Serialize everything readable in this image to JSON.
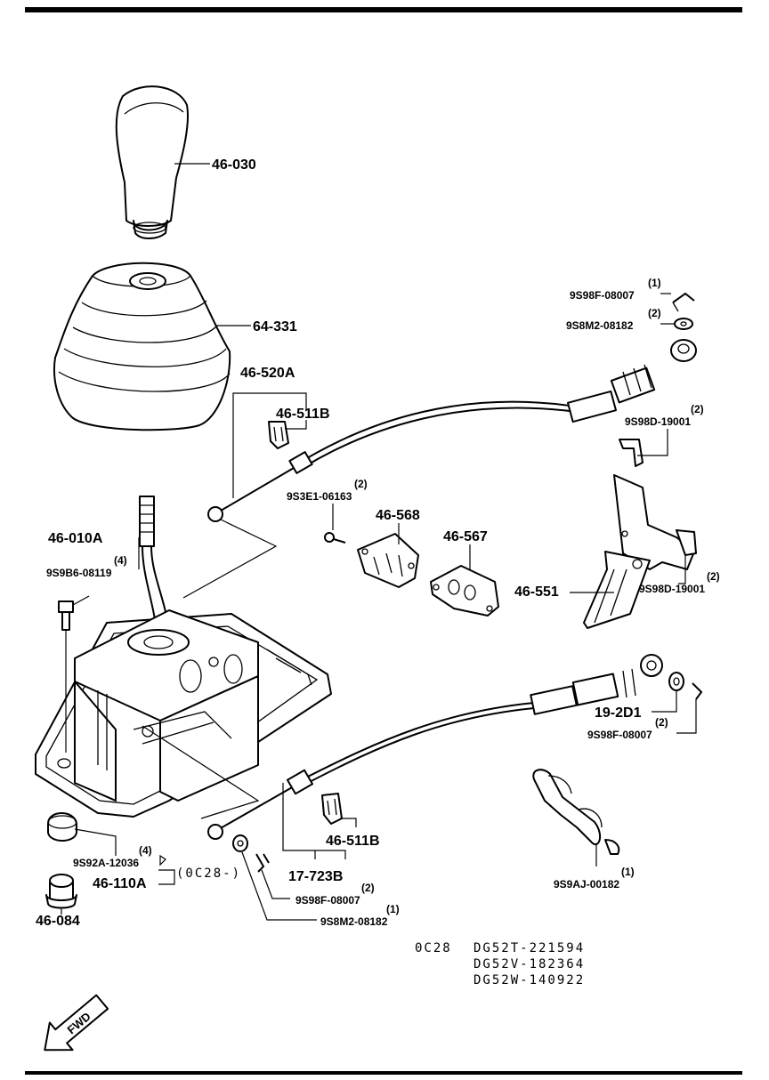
{
  "labels": {
    "knob": "46-030",
    "boot": "64-331",
    "cable_a": "46-520A",
    "clip_upper": "46-511B",
    "bolt_cable": "9S3E1-06163",
    "bolt_cable_qty": "(2)",
    "plate_568": "46-568",
    "plate_567": "46-567",
    "lever": "46-010A",
    "bolt_lever_qty": "(4)",
    "bolt_lever": "9S9B6-08119",
    "pin_upper_qty": "(1)",
    "pin_upper": "9S98F-08007",
    "washer_upper_qty": "(2)",
    "washer_upper": "9S8M2-08182",
    "clip_bracket_top_qty": "(2)",
    "clip_bracket_top": "9S98D-19001",
    "bracket": "46-551",
    "clip_bracket_side_qty": "(2)",
    "clip_bracket_side": "9S98D-19001",
    "washer_19": "19-2D1",
    "pin_lower_right_qty": "(2)",
    "pin_lower_right": "9S98F-08007",
    "clamp_qty": "(1)",
    "clamp": "9S9AJ-00182",
    "clip_lower": "46-511B",
    "cable_b": "17-723B",
    "nut_qty": "(4)",
    "nut": "9S92A-12036",
    "base": "46-110A",
    "model_note": "(0C28-)",
    "pin_lower_qty": "(2)",
    "pin_lower": "9S98F-08007",
    "washer_lower_qty": "(1)",
    "washer_lower": "9S8M2-08182",
    "bushing": "46-084"
  },
  "serials": {
    "model": "0C28",
    "line1": "DG52T-221594",
    "line2": "DG52V-182364",
    "line3": "DG52W-140922"
  },
  "fwd": "FWD"
}
